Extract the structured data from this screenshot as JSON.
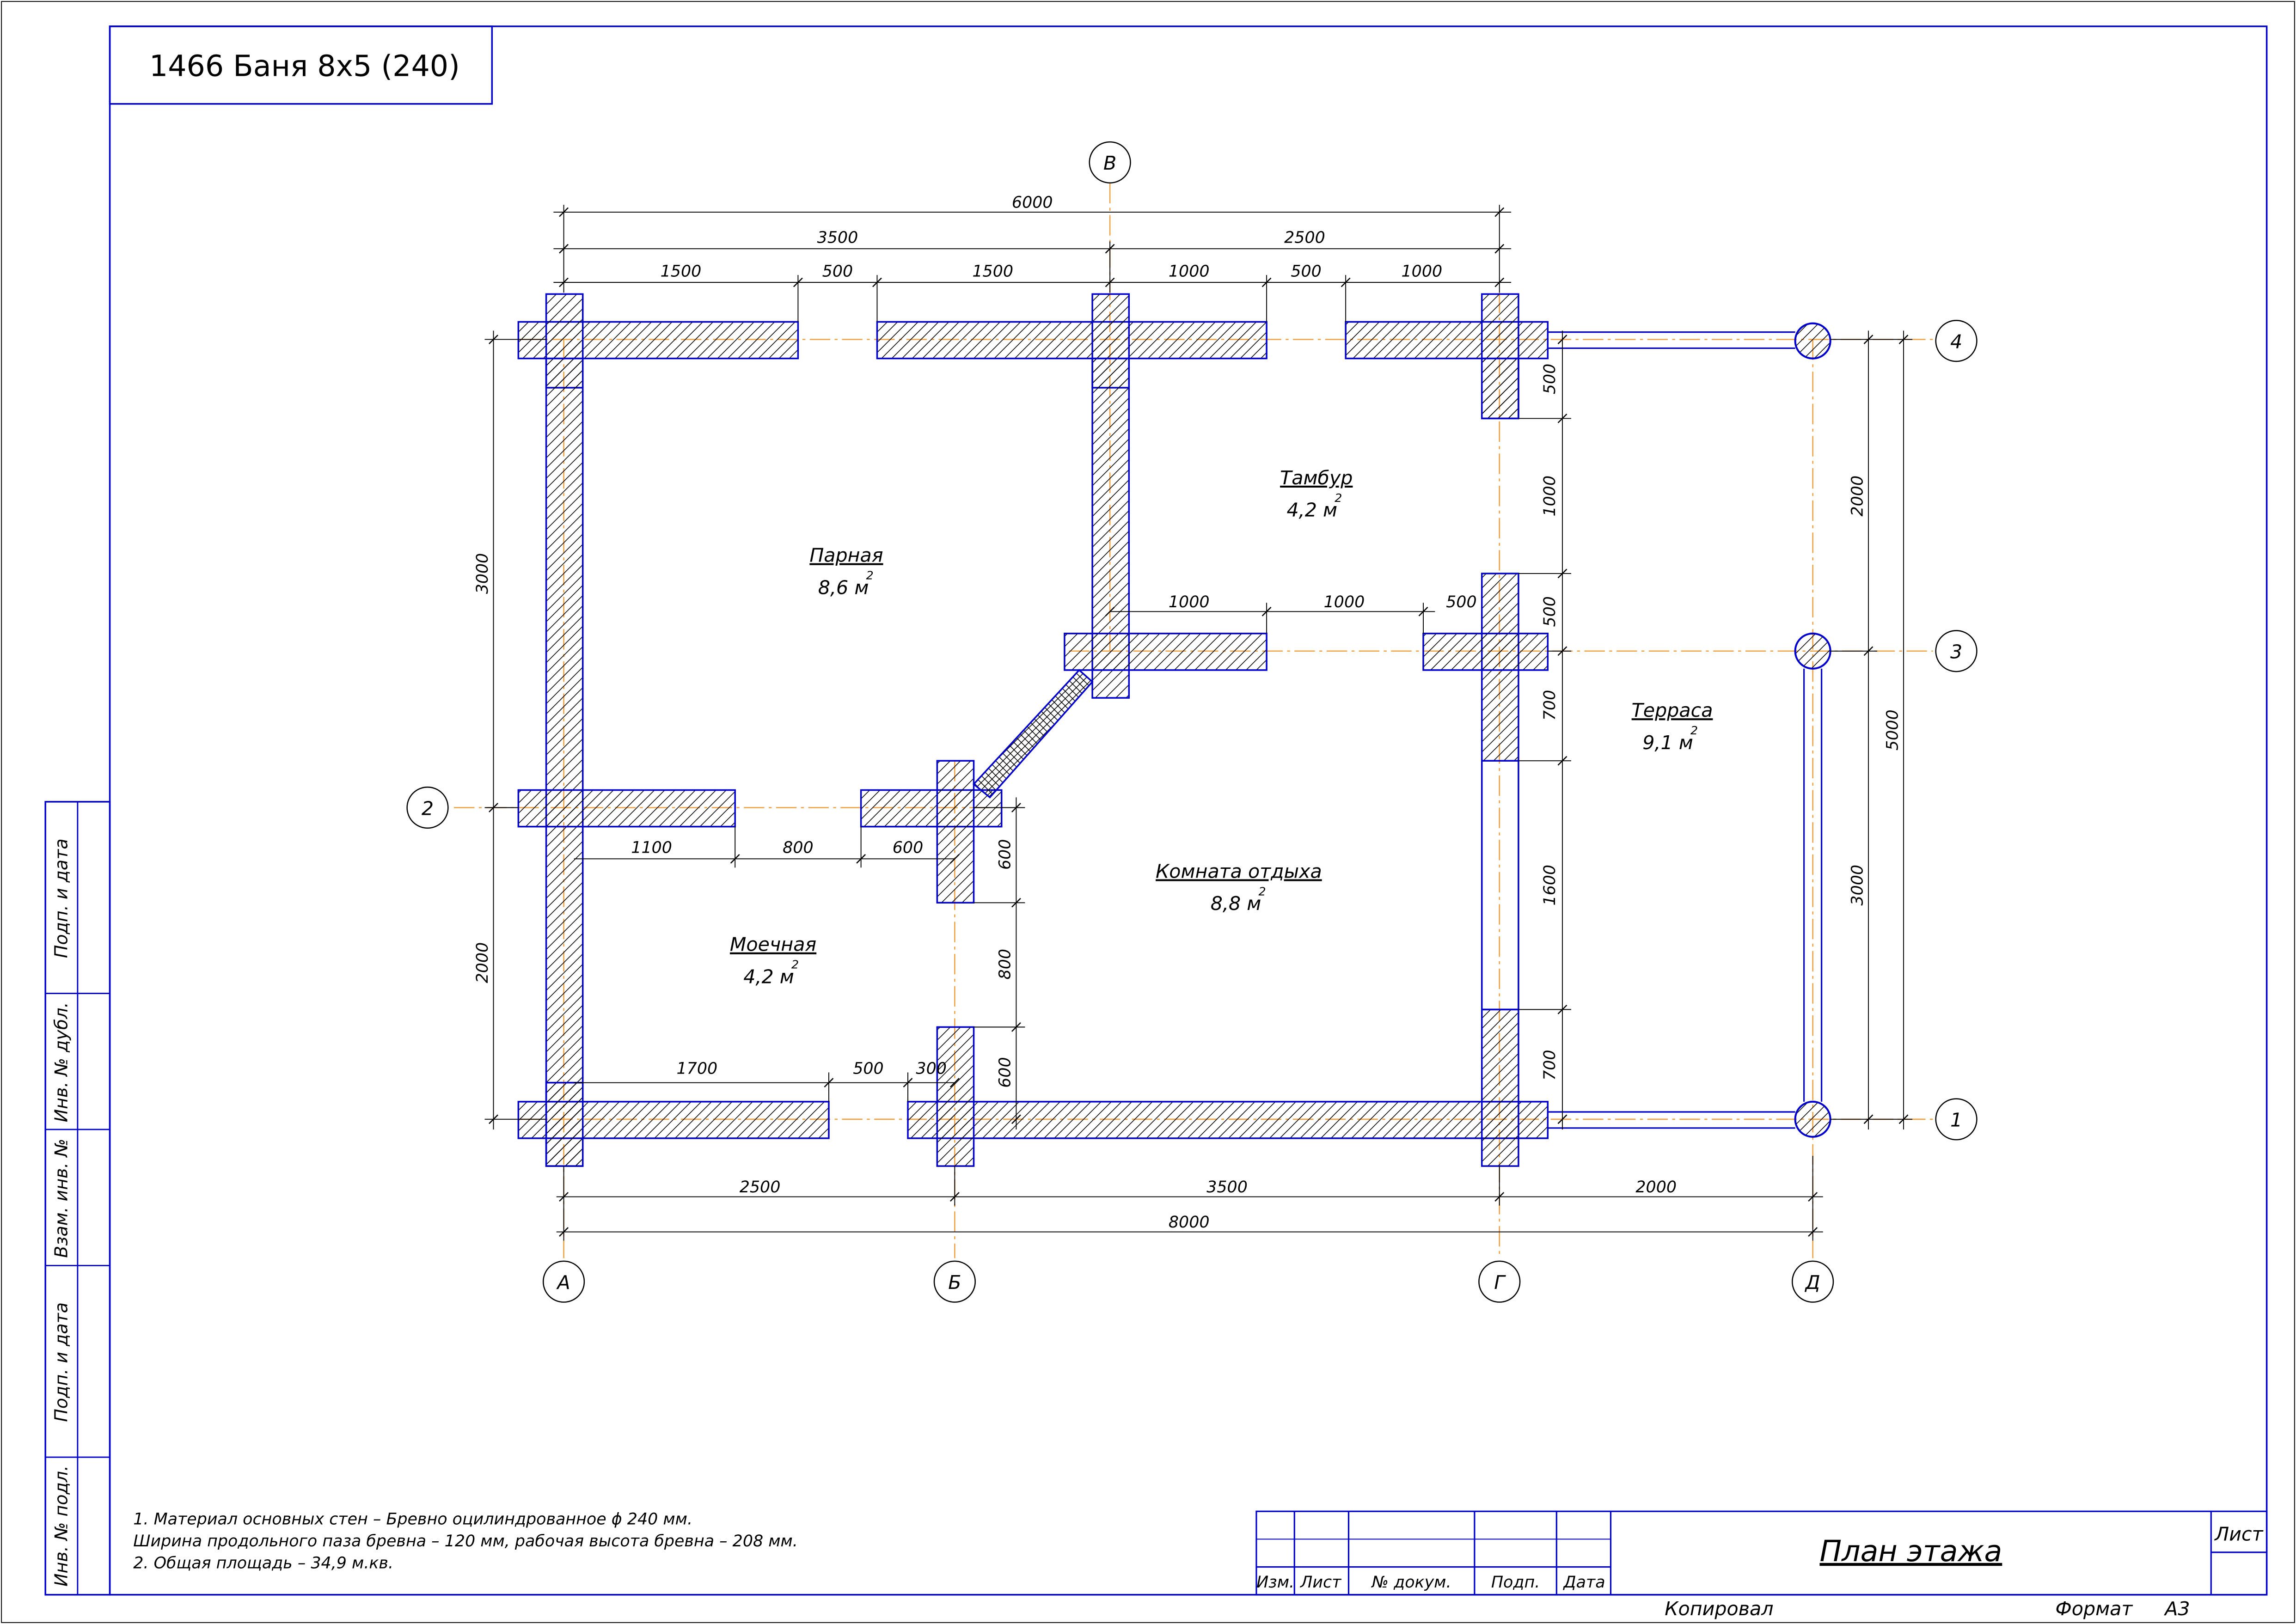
{
  "title": "1466 Баня 8х5 (240)",
  "colors": {
    "wall": "#0000cc",
    "axis": "#f0a040",
    "ink": "#000000"
  },
  "axes": {
    "A": "А",
    "B": "Б",
    "V": "В",
    "G": "Г",
    "D": "Д",
    "n1": "1",
    "n2": "2",
    "n3": "3",
    "n4": "4"
  },
  "dims": {
    "top_total": "6000",
    "top_left": "3500",
    "top_right": "2500",
    "top_s1": "1500",
    "top_s2": "500",
    "top_s3": "1500",
    "top_s4": "1000",
    "top_s5": "500",
    "top_s6": "1000",
    "left_upper": "3000",
    "left_lower": "2000",
    "mid_1000a": "1000",
    "mid_1000b": "1000",
    "mid_500": "500",
    "row_1100": "1100",
    "row_800": "800",
    "row_600": "600",
    "vert_600a": "600",
    "vert_800": "800",
    "vert_600b": "600",
    "bot_1700": "1700",
    "bot_500": "500",
    "bot_300": "300",
    "bottom_2500": "2500",
    "bottom_3500": "3500",
    "bottom_2000": "2000",
    "bottom_total": "8000",
    "right_500a": "500",
    "right_1000": "1000",
    "right_500b": "500",
    "right_700a": "700",
    "right_1600": "1600",
    "right_700b": "700",
    "far_2000": "2000",
    "far_3000": "3000",
    "far_5000": "5000"
  },
  "rooms": {
    "parnaya": {
      "name": "Парная",
      "area": "8,6 м"
    },
    "tambur": {
      "name": "Тамбур",
      "area": "4,2 м"
    },
    "moechnaya": {
      "name": "Моечная",
      "area": "4,2 м"
    },
    "komnata": {
      "name": "Комната отдыха",
      "area": "8,8 м"
    },
    "terrasa": {
      "name": "Терраса",
      "area": "9,1 м"
    },
    "sup": "2"
  },
  "notes": [
    "1. Материал основных стен – Бревно оцилиндрованное ϕ 240 мм.",
    "Ширина продольного паза бревна – 120 мм, рабочая высота бревна – 208 мм.",
    "2. Общая площадь – 34,9 м.кв."
  ],
  "stamp": {
    "h_izm": "Изм.",
    "h_list": "Лист",
    "h_doc": "№ докум.",
    "h_podp": "Подп.",
    "h_data": "Дата",
    "name": "План этажа",
    "sheet_label": "Лист",
    "copied": "Копировал",
    "format_label": "Формат",
    "format_value": "А3"
  },
  "side_labels": [
    "Подп. и дата",
    "Инв. № дубл.",
    "Взам. инв. №",
    "Подп. и дата",
    "Инв. № подл."
  ]
}
